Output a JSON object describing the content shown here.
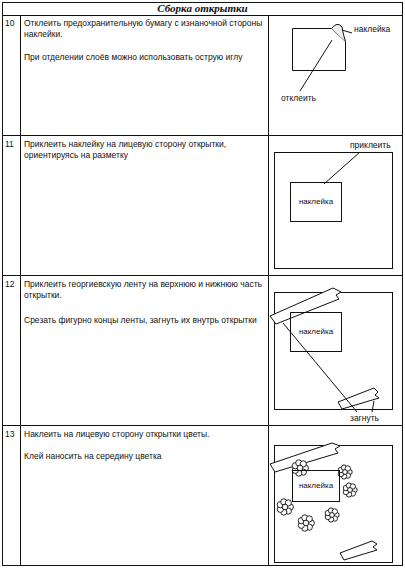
{
  "diagram": {
    "title": "Сборка открытки",
    "nodes": [
      {
        "text": [
          "наклейка"
        ]
      },
      {
        "text": [
          "наклейка"
        ]
      },
      {
        "text": [
          "наклейка"
        ]
      }
    ],
    "labels": [
      "10",
      "Отклеить предохранительную бумагу с изнаночной стороны наклейки.",
      "При отделении слоёв можно использовать острую иглу",
      "наклейка",
      "отклеить",
      "11",
      "Приклеить наклейку на лицевую сторону открытки, ориентируясь на разметку",
      "приклеить",
      "12",
      "Приклеить георгиевскую ленту на верхнюю и нижнюю часть открытки.",
      "Срезать фигурно концы ленты, загнуть их внутрь открытки",
      "загнуть",
      "13",
      "Наклеить на лицевую сторону открытки цветы.",
      "Клей наносить на середину цветка"
    ]
  }
}
